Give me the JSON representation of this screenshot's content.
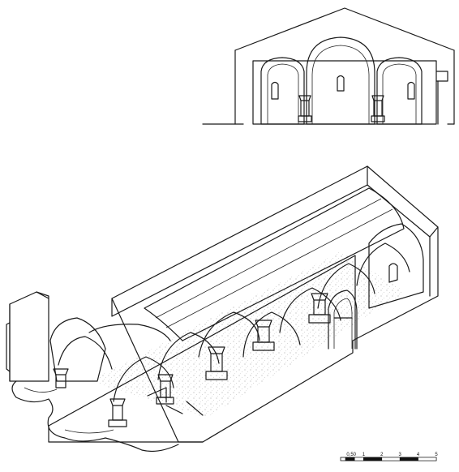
{
  "scale_bar": {
    "labels": [
      "0,50",
      "1",
      "2",
      "3",
      "4",
      "5"
    ],
    "values": [
      0.5,
      1,
      2,
      3,
      4,
      5
    ]
  },
  "colors": {
    "ink": "#1a1a1a",
    "paper": "#ffffff"
  }
}
